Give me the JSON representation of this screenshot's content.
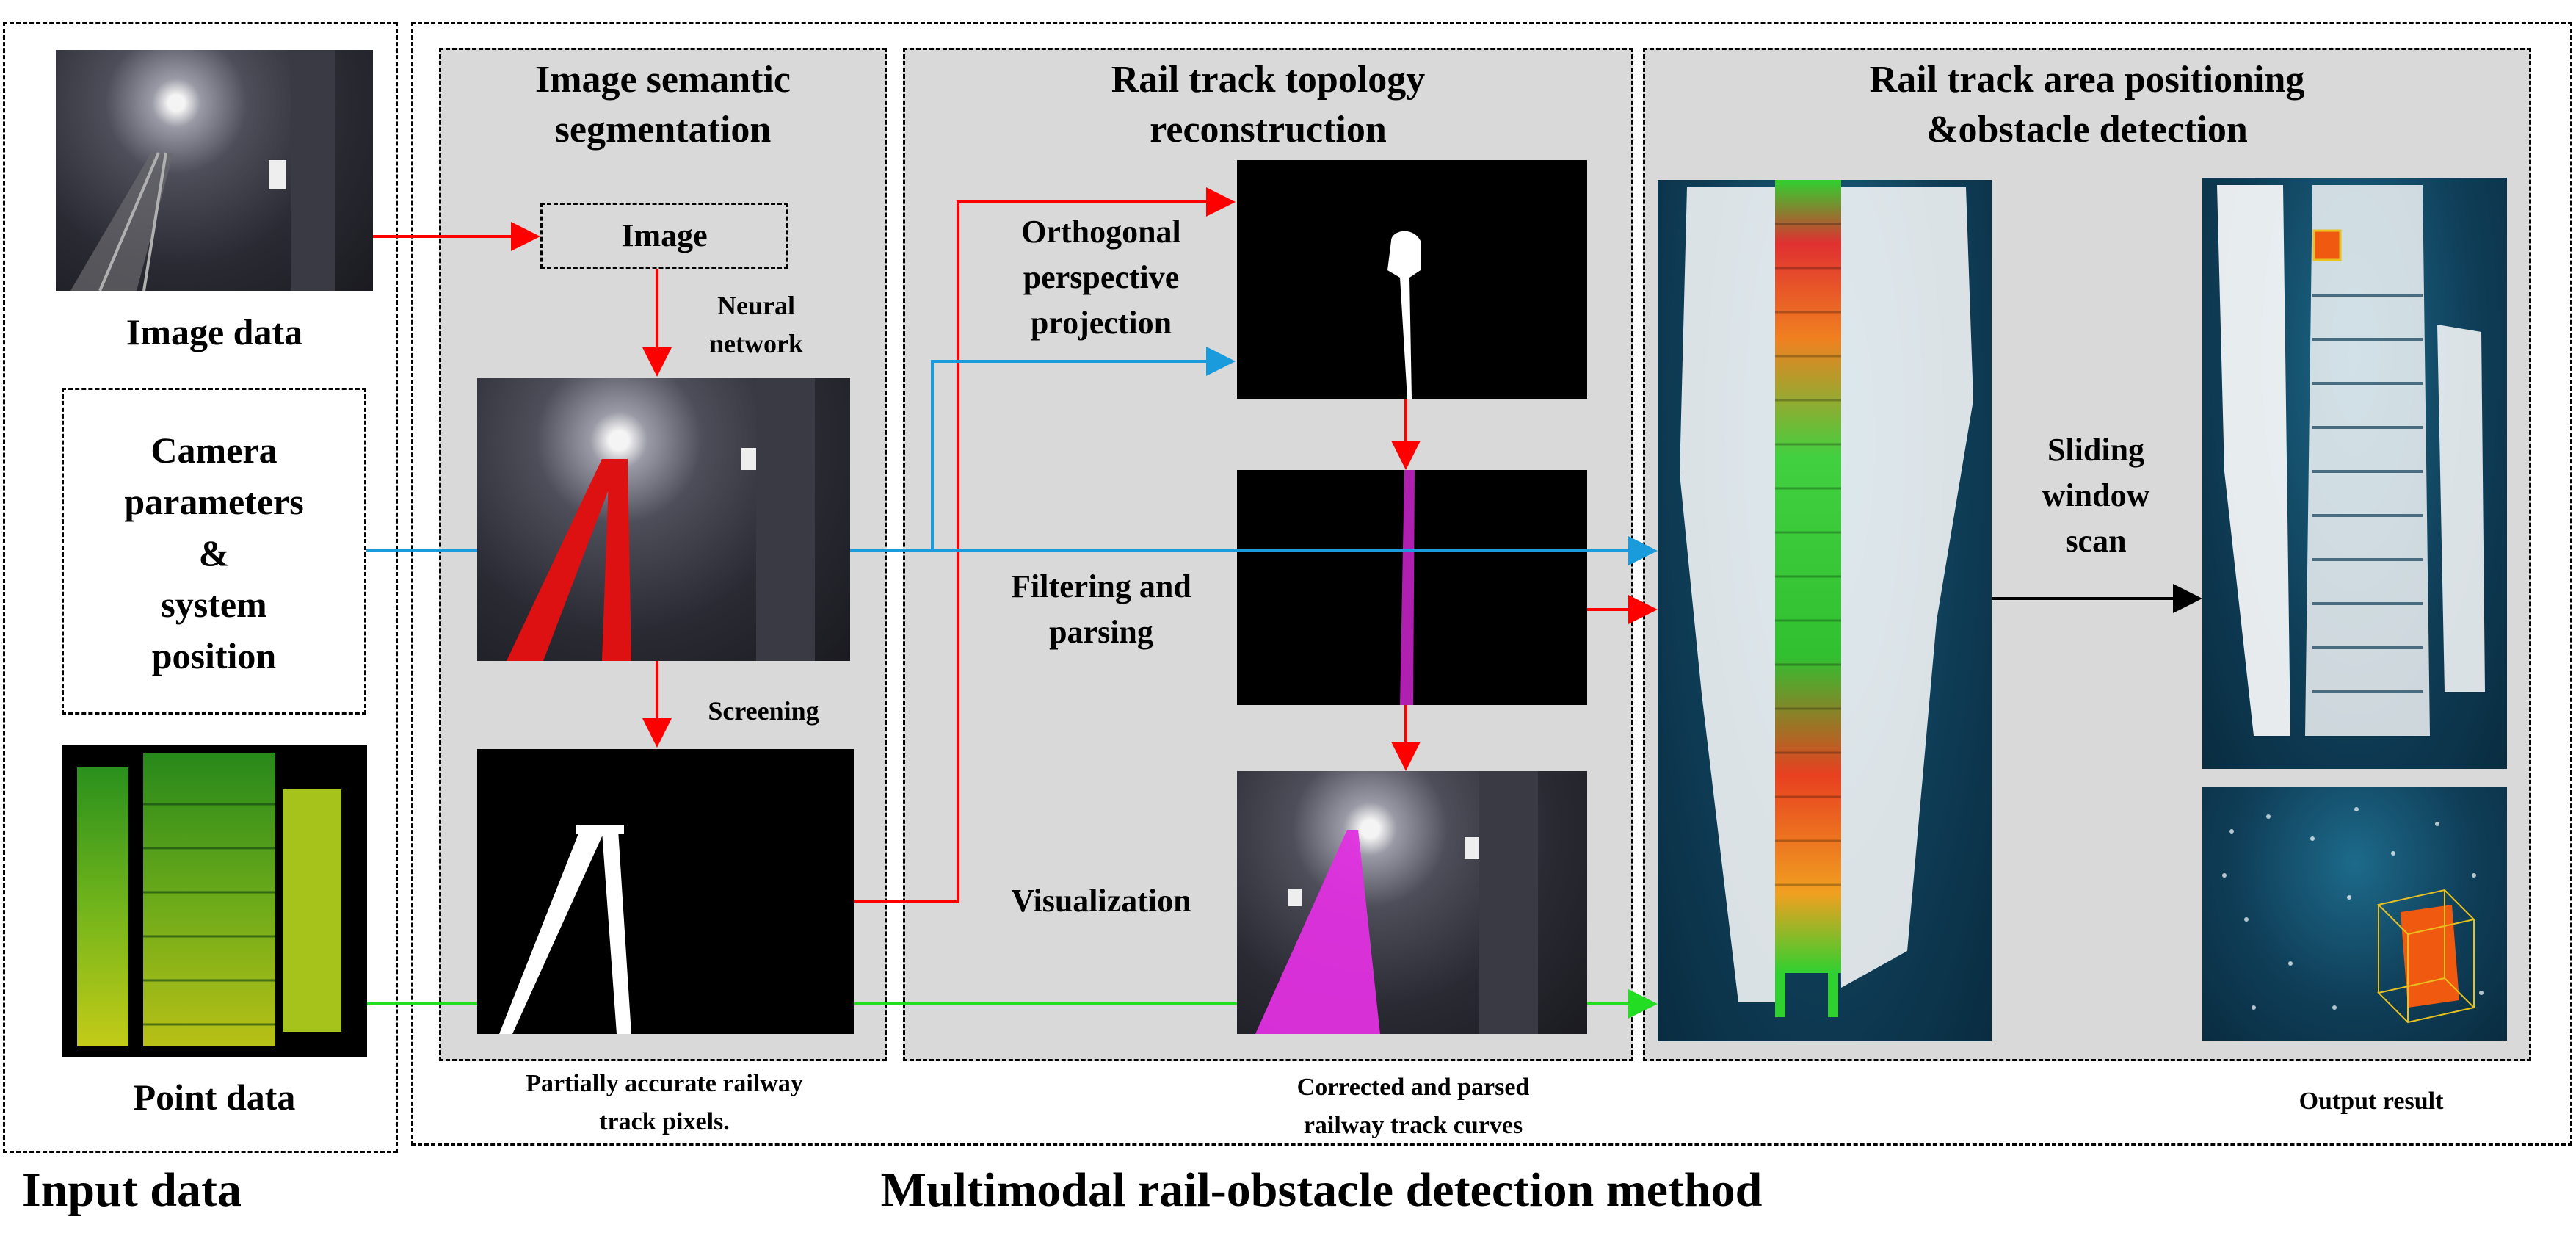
{
  "input": {
    "title": "Input data",
    "image_label": "Image data",
    "camera_label": [
      "Camera",
      "parameters",
      "&",
      "system",
      "position"
    ],
    "point_label": "Point data"
  },
  "method": {
    "title": "Multimodal rail-obstacle detection method"
  },
  "segmentation": {
    "title": [
      "Image semantic",
      "segmentation"
    ],
    "image_box": "Image",
    "neural_network": [
      "Neural",
      "network"
    ],
    "screening": "Screening",
    "caption": [
      "Partially accurate railway",
      "track pixels."
    ]
  },
  "topology": {
    "title": [
      "Rail track topology",
      "reconstruction"
    ],
    "projection": [
      "Orthogonal",
      "perspective",
      "projection"
    ],
    "filtering": [
      "Filtering and",
      "parsing"
    ],
    "visualization": "Visualization",
    "caption": [
      "Corrected and parsed",
      "railway track curves"
    ]
  },
  "positioning": {
    "title": [
      "Rail track area positioning",
      "&obstacle detection"
    ],
    "sliding": [
      "Sliding",
      "window",
      "scan"
    ],
    "output": "Output result"
  },
  "colors": {
    "red": "#ff0000",
    "blue": "#1a9bdc",
    "green": "#22dd22",
    "black": "#000000",
    "panel_gray": "#d9d9d9",
    "magenta": "#c020c0"
  }
}
